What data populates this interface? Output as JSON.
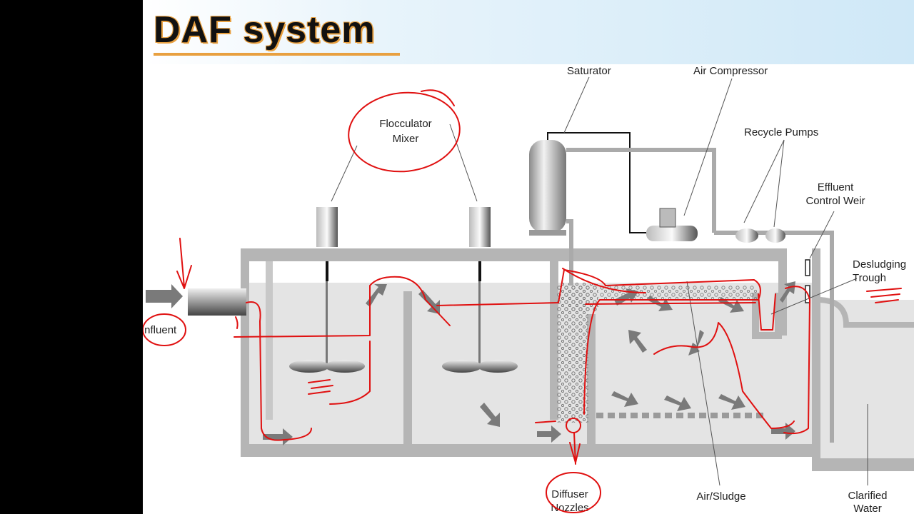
{
  "slide": {
    "title": "DAF system"
  },
  "labels": {
    "saturator": "Saturator",
    "air_compressor": "Air Compressor",
    "recycle_pumps": "Recycle Pumps",
    "effluent_weir_line1": "Effluent",
    "effluent_weir_line2": "Control Weir",
    "flocculator_line1": "Flocculator",
    "flocculator_line2": "Mixer",
    "desludging_line1": "Desludging",
    "desludging_line2": "Trough",
    "influent": "Influent",
    "diffuser_line1": "Diffuser",
    "diffuser_line2": "Nozzles",
    "air_sludge": "Air/Sludge",
    "clarified_line1": "Clarified",
    "clarified_line2": "Water"
  },
  "colors": {
    "annotation_red": "#e01010",
    "title_outline": "#e8a040",
    "tank_gray": "#b5b5b5",
    "water_gray": "#e4e4e4",
    "arrow_gray": "#7a7a7a"
  }
}
